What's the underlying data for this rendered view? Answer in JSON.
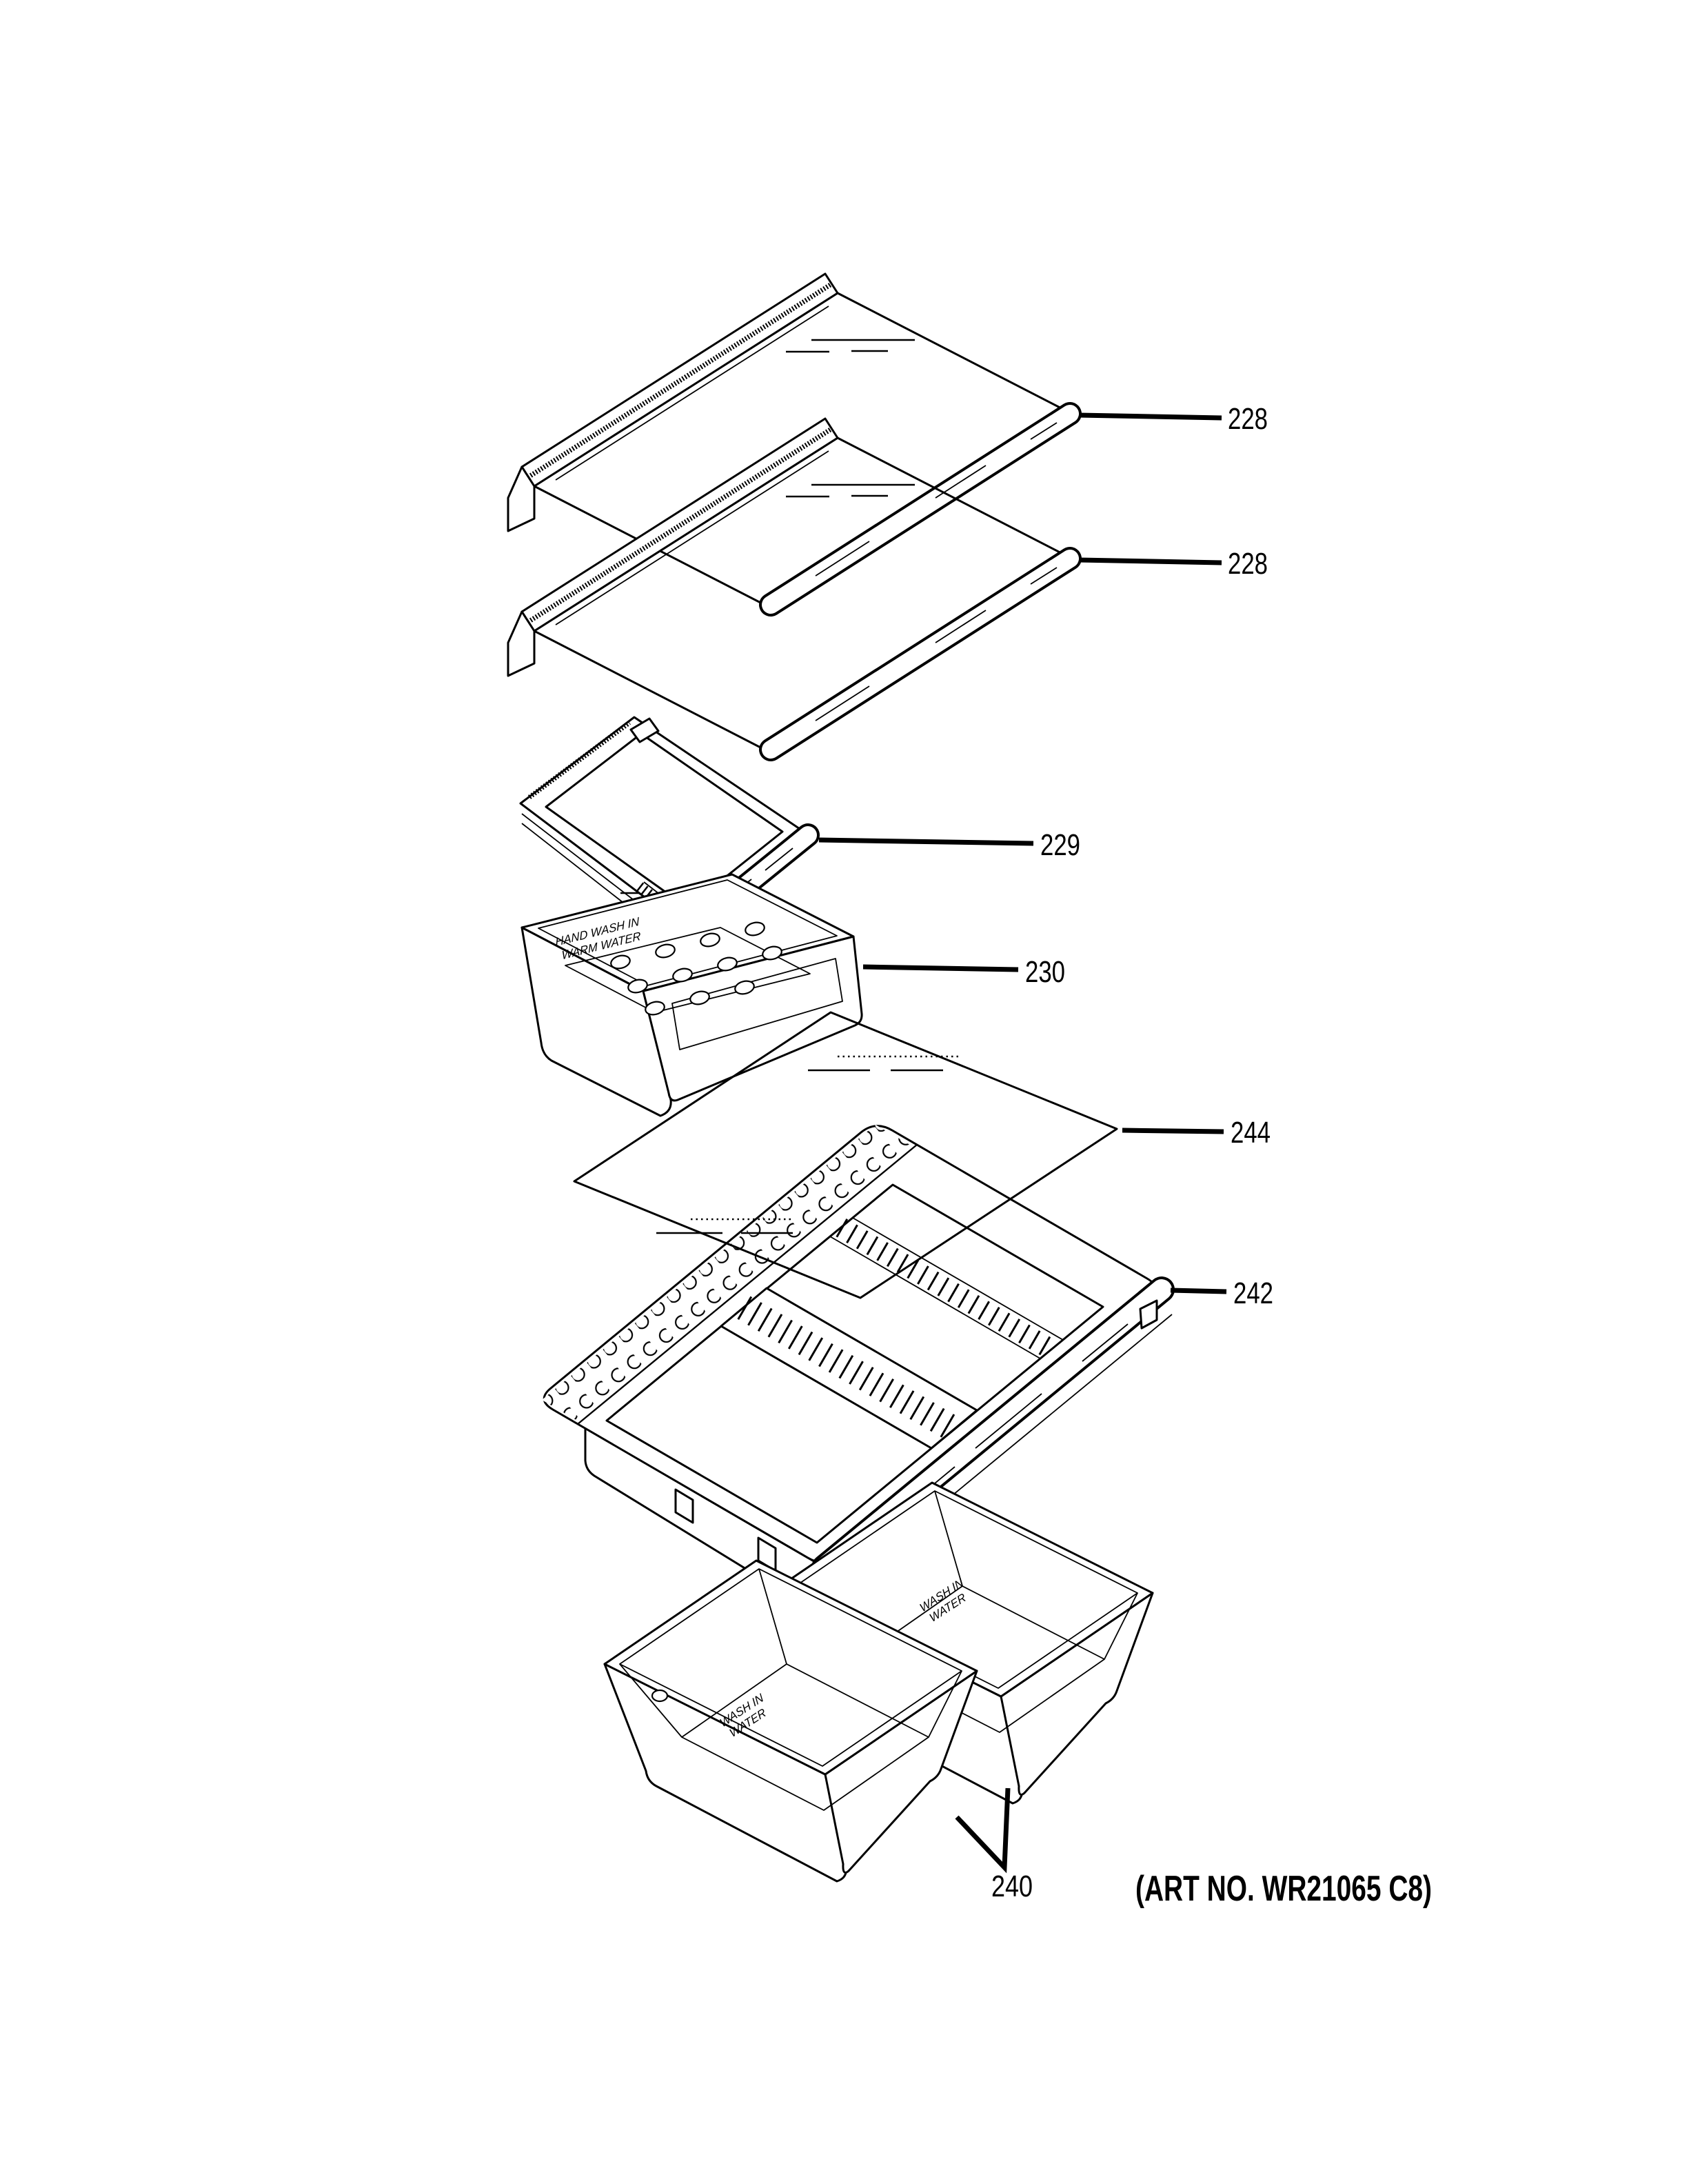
{
  "diagram": {
    "type": "exploded-parts-diagram",
    "subject": "refrigerator fresh-food shelves and crisper drawers",
    "background_color": "#ffffff",
    "line_color": "#000000",
    "art_no": "(ART NO. WR21065 C8)",
    "callouts": [
      {
        "label": "228",
        "part": "glass-shelf-upper"
      },
      {
        "label": "228",
        "part": "glass-shelf-lower"
      },
      {
        "label": "229",
        "part": "shelf-frame"
      },
      {
        "label": "230",
        "part": "snack-drawer"
      },
      {
        "label": "244",
        "part": "crisper-cover-glass"
      },
      {
        "label": "242",
        "part": "crisper-shelf-assembly"
      },
      {
        "label": "240",
        "part": "crisper-drawer-pair"
      }
    ],
    "part_markings": {
      "drawer_230": {
        "line1": "HAND WASH IN",
        "line2": "WARM WATER"
      },
      "drawer_240_right": {
        "line1": "WASH IN",
        "line2": "WATER"
      },
      "drawer_240_left": {
        "line1": "WASH IN",
        "line2": "WATER"
      }
    }
  }
}
